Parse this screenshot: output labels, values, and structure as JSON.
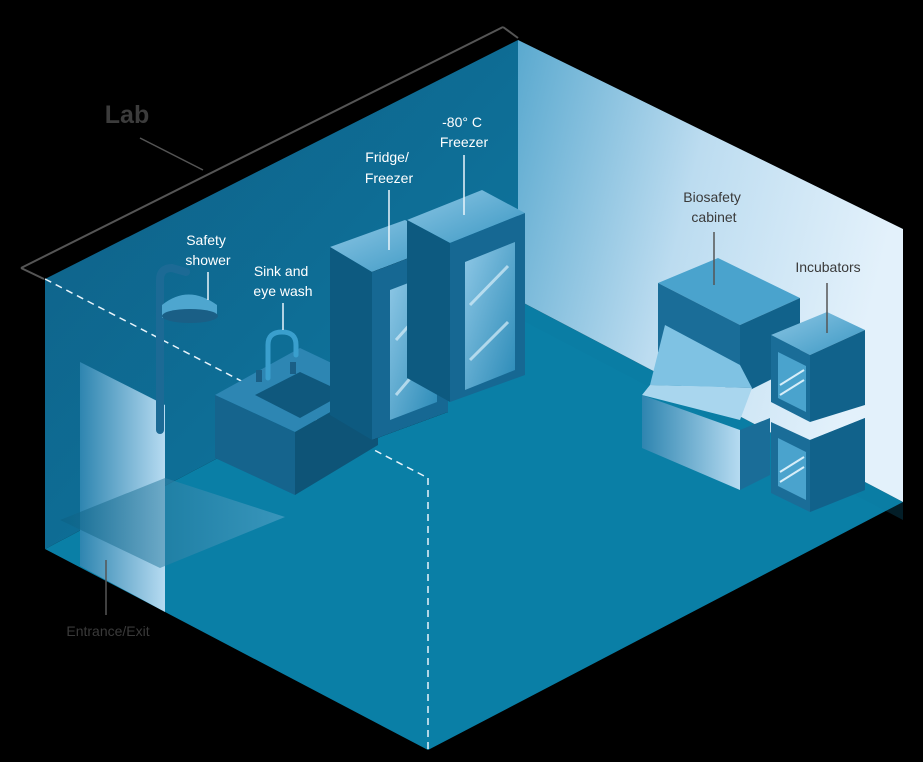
{
  "title": "Lab",
  "labels": {
    "safety_shower": [
      "Safety",
      "shower"
    ],
    "sink_eye_wash": [
      "Sink and",
      "eye wash"
    ],
    "fridge_freezer": [
      "Fridge/",
      "Freezer"
    ],
    "minus80_freezer": [
      "-80° C",
      "Freezer"
    ],
    "biosafety_cabinet": [
      "Biosafety",
      "cabinet"
    ],
    "incubators": "Incubators",
    "entrance_exit": "Entrance/Exit"
  },
  "colors": {
    "background": "#000000",
    "floor": "#0a7fa6",
    "back_wall": "#0e6b92",
    "left_wall": "#166c93",
    "right_wall": "#cfe6f5",
    "accent": "#ffffff"
  }
}
